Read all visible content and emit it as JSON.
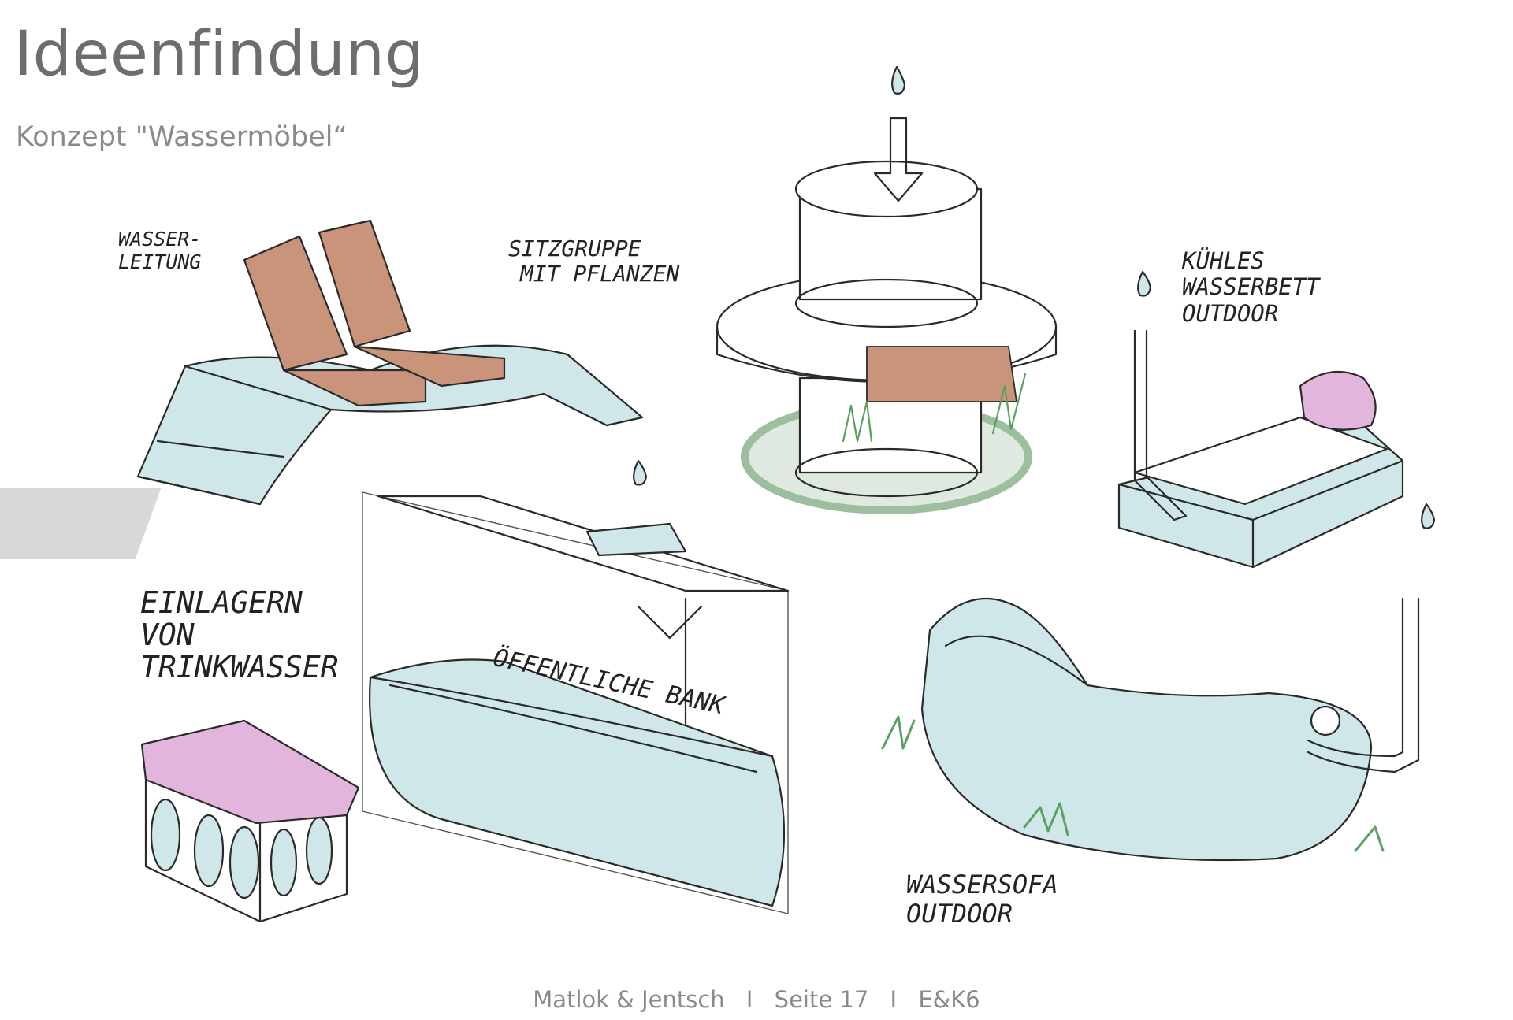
{
  "page": {
    "title": "Ideenfindung",
    "subtitle": "Konzept \"Wassermöbel“"
  },
  "sketch_notes": {
    "leitung_line1": "WASSER-",
    "leitung_line2": "LEITUNG",
    "sitzgruppe_line1": "SITZGRUPPE",
    "sitzgruppe_line2": "MIT PFLANZEN",
    "wasserbett_line1": "KÜHLES",
    "wasserbett_line2": "WASSERBETT",
    "wasserbett_line3": "OUTDOOR",
    "einlagern_line1": "EINLAGERN",
    "einlagern_line2": "VON",
    "einlagern_line3": "TRINKWASSER",
    "bank": "ÖFFENTLICHE BANK",
    "sofa_line1": "WASSERSOFA",
    "sofa_line2": "OUTDOOR"
  },
  "footer": {
    "authors": "Matlok & Jentsch",
    "separator": "I",
    "page": "Seite 17",
    "course": "E&K6"
  },
  "colors": {
    "water": "#cfe7e8",
    "wood": "#c9947a",
    "grass": "#5aa05f",
    "pillow": "#e3b5dd"
  }
}
